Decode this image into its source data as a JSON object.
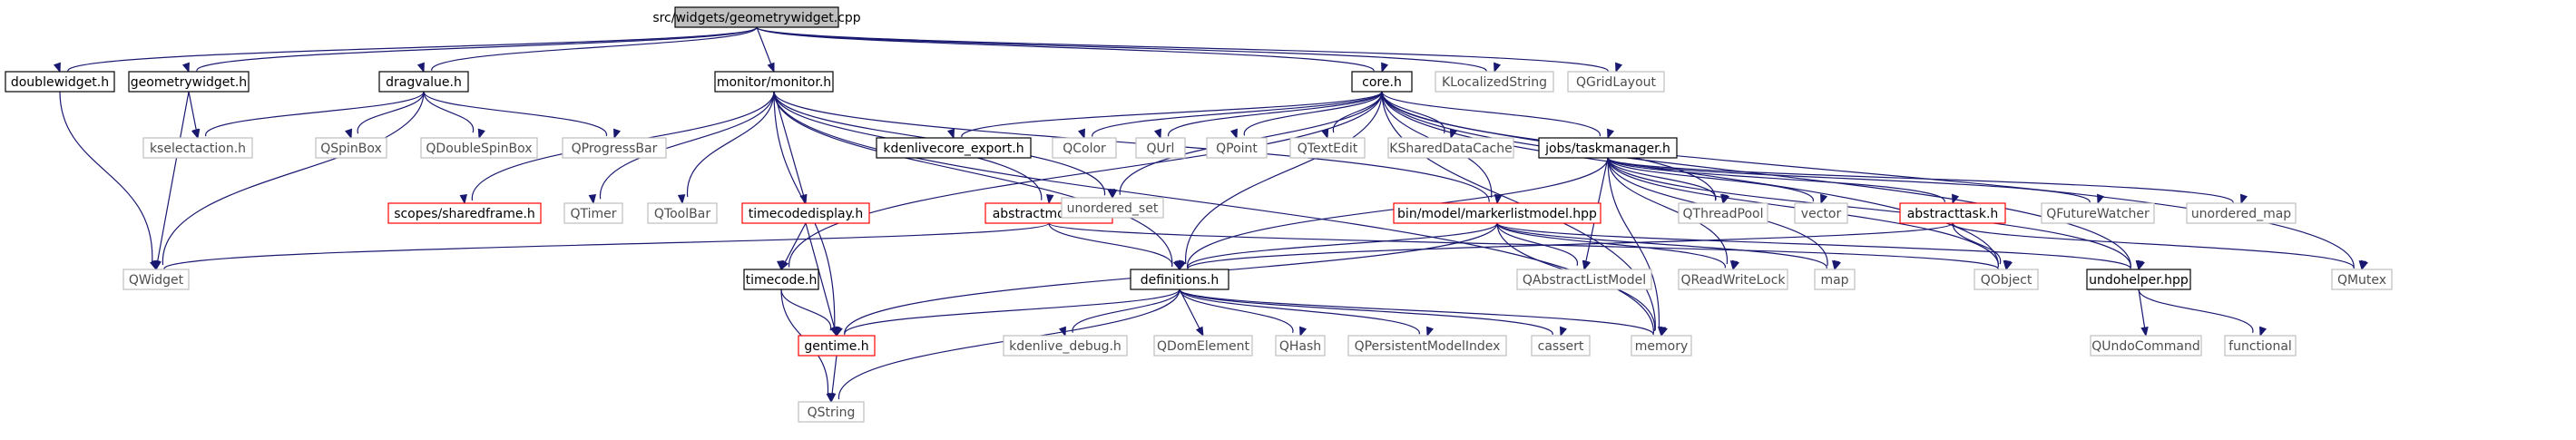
{
  "diagram": {
    "type": "include-dependency-graph",
    "colors": {
      "edge": "#191970",
      "root_fill": "#bfbfbf",
      "local_border": "#000000",
      "truncated_border": "#ff0000",
      "external_border": "#bfbfbf",
      "external_text": "#4d4d4d"
    },
    "nodes": [
      {
        "id": "root",
        "label": "src/widgets/geometrywidget.cpp",
        "kind": "root"
      },
      {
        "id": "doublewidget",
        "label": "doublewidget.h",
        "kind": "local"
      },
      {
        "id": "geometrywidget",
        "label": "geometrywidget.h",
        "kind": "local"
      },
      {
        "id": "dragvalue",
        "label": "dragvalue.h",
        "kind": "local"
      },
      {
        "id": "monitor",
        "label": "monitor/monitor.h",
        "kind": "local"
      },
      {
        "id": "core",
        "label": "core.h",
        "kind": "local"
      },
      {
        "id": "klocalizedstring",
        "label": "KLocalizedString",
        "kind": "external"
      },
      {
        "id": "qgridlayout",
        "label": "QGridLayout",
        "kind": "external"
      },
      {
        "id": "kselectaction",
        "label": "kselectaction.h",
        "kind": "external"
      },
      {
        "id": "qspinbox",
        "label": "QSpinBox",
        "kind": "external"
      },
      {
        "id": "qdoublespinbox",
        "label": "QDoubleSpinBox",
        "kind": "external"
      },
      {
        "id": "qprogressbar",
        "label": "QProgressBar",
        "kind": "external"
      },
      {
        "id": "kdenlivecore_export",
        "label": "kdenlivecore_export.h",
        "kind": "local"
      },
      {
        "id": "qcolor",
        "label": "QColor",
        "kind": "external"
      },
      {
        "id": "qurl",
        "label": "QUrl",
        "kind": "external"
      },
      {
        "id": "qpoint",
        "label": "QPoint",
        "kind": "external"
      },
      {
        "id": "qtextedit",
        "label": "QTextEdit",
        "kind": "external"
      },
      {
        "id": "ksharedatacache",
        "label": "KSharedDataCache",
        "kind": "external"
      },
      {
        "id": "taskmanager",
        "label": "jobs/taskmanager.h",
        "kind": "local"
      },
      {
        "id": "sharedframe",
        "label": "scopes/sharedframe.h",
        "kind": "truncated"
      },
      {
        "id": "qtimer",
        "label": "QTimer",
        "kind": "external"
      },
      {
        "id": "qtoolbar",
        "label": "QToolBar",
        "kind": "external"
      },
      {
        "id": "timecodedisplay",
        "label": "timecodedisplay.h",
        "kind": "truncated"
      },
      {
        "id": "abstractmonitor",
        "label": "abstractmonitor.h",
        "kind": "truncated"
      },
      {
        "id": "unordered_set",
        "label": "unordered_set",
        "kind": "external"
      },
      {
        "id": "markerlistmodel",
        "label": "bin/model/markerlistmodel.hpp",
        "kind": "truncated"
      },
      {
        "id": "qthreadpool",
        "label": "QThreadPool",
        "kind": "external"
      },
      {
        "id": "vector",
        "label": "vector",
        "kind": "external"
      },
      {
        "id": "abstracttask",
        "label": "abstracttask.h",
        "kind": "truncated"
      },
      {
        "id": "qfuturewatcher",
        "label": "QFutureWatcher",
        "kind": "external"
      },
      {
        "id": "unordered_map",
        "label": "unordered_map",
        "kind": "external"
      },
      {
        "id": "qwidget",
        "label": "QWidget",
        "kind": "external"
      },
      {
        "id": "timecode",
        "label": "timecode.h",
        "kind": "local"
      },
      {
        "id": "definitions",
        "label": "definitions.h",
        "kind": "local"
      },
      {
        "id": "qabstractlistmodel",
        "label": "QAbstractListModel",
        "kind": "external"
      },
      {
        "id": "qreadwritelock",
        "label": "QReadWriteLock",
        "kind": "external"
      },
      {
        "id": "map",
        "label": "map",
        "kind": "external"
      },
      {
        "id": "qobject",
        "label": "QObject",
        "kind": "external"
      },
      {
        "id": "undohelper",
        "label": "undohelper.hpp",
        "kind": "local"
      },
      {
        "id": "qmutex",
        "label": "QMutex",
        "kind": "external"
      },
      {
        "id": "gentime",
        "label": "gentime.h",
        "kind": "truncated"
      },
      {
        "id": "kdenlive_debug",
        "label": "kdenlive_debug.h",
        "kind": "external"
      },
      {
        "id": "qdomelement",
        "label": "QDomElement",
        "kind": "external"
      },
      {
        "id": "qhash",
        "label": "QHash",
        "kind": "external"
      },
      {
        "id": "qpersistentmodelindex",
        "label": "QPersistentModelIndex",
        "kind": "external"
      },
      {
        "id": "cassert",
        "label": "cassert",
        "kind": "external"
      },
      {
        "id": "memory",
        "label": "memory",
        "kind": "external"
      },
      {
        "id": "qundocommand",
        "label": "QUndoCommand",
        "kind": "external"
      },
      {
        "id": "functional",
        "label": "functional",
        "kind": "external"
      },
      {
        "id": "qstring",
        "label": "QString",
        "kind": "external"
      }
    ],
    "edges": [
      [
        "root",
        "doublewidget"
      ],
      [
        "root",
        "geometrywidget"
      ],
      [
        "root",
        "dragvalue"
      ],
      [
        "root",
        "monitor"
      ],
      [
        "root",
        "core"
      ],
      [
        "root",
        "klocalizedstring"
      ],
      [
        "root",
        "qgridlayout"
      ],
      [
        "doublewidget",
        "qwidget"
      ],
      [
        "geometrywidget",
        "kselectaction"
      ],
      [
        "geometrywidget",
        "qwidget"
      ],
      [
        "dragvalue",
        "kselectaction"
      ],
      [
        "dragvalue",
        "qspinbox"
      ],
      [
        "dragvalue",
        "qdoublespinbox"
      ],
      [
        "dragvalue",
        "qprogressbar"
      ],
      [
        "dragvalue",
        "qwidget"
      ],
      [
        "core",
        "kdenlivecore_export"
      ],
      [
        "core",
        "qcolor"
      ],
      [
        "core",
        "qurl"
      ],
      [
        "core",
        "qpoint"
      ],
      [
        "core",
        "qtextedit"
      ],
      [
        "core",
        "ksharedatacache"
      ],
      [
        "core",
        "taskmanager"
      ],
      [
        "core",
        "unordered_set"
      ],
      [
        "core",
        "qthreadpool"
      ],
      [
        "core",
        "definitions"
      ],
      [
        "core",
        "timecode"
      ],
      [
        "core",
        "qobject"
      ],
      [
        "core",
        "undohelper"
      ],
      [
        "core",
        "qmutex"
      ],
      [
        "core",
        "memory"
      ],
      [
        "core",
        "markerlistmodel"
      ],
      [
        "monitor",
        "sharedframe"
      ],
      [
        "monitor",
        "qtimer"
      ],
      [
        "monitor",
        "qtoolbar"
      ],
      [
        "monitor",
        "timecodedisplay"
      ],
      [
        "monitor",
        "abstractmonitor"
      ],
      [
        "monitor",
        "unordered_set"
      ],
      [
        "monitor",
        "markerlistmodel"
      ],
      [
        "monitor",
        "definitions"
      ],
      [
        "monitor",
        "gentime"
      ],
      [
        "monitor",
        "memory"
      ],
      [
        "timecodedisplay",
        "timecode"
      ],
      [
        "timecodedisplay",
        "gentime"
      ],
      [
        "abstractmonitor",
        "qwidget"
      ],
      [
        "abstractmonitor",
        "definitions"
      ],
      [
        "abstractmonitor",
        "qobject"
      ],
      [
        "markerlistmodel",
        "definitions"
      ],
      [
        "markerlistmodel",
        "gentime"
      ],
      [
        "markerlistmodel",
        "qabstractlistmodel"
      ],
      [
        "markerlistmodel",
        "qreadwritelock"
      ],
      [
        "markerlistmodel",
        "map"
      ],
      [
        "markerlistmodel",
        "memory"
      ],
      [
        "markerlistmodel",
        "undohelper"
      ],
      [
        "taskmanager",
        "qthreadpool"
      ],
      [
        "taskmanager",
        "vector"
      ],
      [
        "taskmanager",
        "abstracttask"
      ],
      [
        "taskmanager",
        "qfuturewatcher"
      ],
      [
        "taskmanager",
        "unordered_map"
      ],
      [
        "taskmanager",
        "definitions"
      ],
      [
        "taskmanager",
        "qabstractlistmodel"
      ],
      [
        "taskmanager",
        "qreadwritelock"
      ],
      [
        "taskmanager",
        "map"
      ],
      [
        "taskmanager",
        "qobject"
      ],
      [
        "taskmanager",
        "undohelper"
      ],
      [
        "taskmanager",
        "memory"
      ],
      [
        "abstracttask",
        "definitions"
      ],
      [
        "abstracttask",
        "qobject"
      ],
      [
        "abstracttask",
        "qmutex"
      ],
      [
        "timecode",
        "gentime"
      ],
      [
        "timecode",
        "qstring"
      ],
      [
        "definitions",
        "gentime"
      ],
      [
        "definitions",
        "kdenlive_debug"
      ],
      [
        "definitions",
        "qdomelement"
      ],
      [
        "definitions",
        "qhash"
      ],
      [
        "definitions",
        "qpersistentmodelindex"
      ],
      [
        "definitions",
        "cassert"
      ],
      [
        "definitions",
        "memory"
      ],
      [
        "definitions",
        "qstring"
      ],
      [
        "gentime",
        "qstring"
      ],
      [
        "undohelper",
        "qundocommand"
      ],
      [
        "undohelper",
        "functional"
      ]
    ]
  }
}
